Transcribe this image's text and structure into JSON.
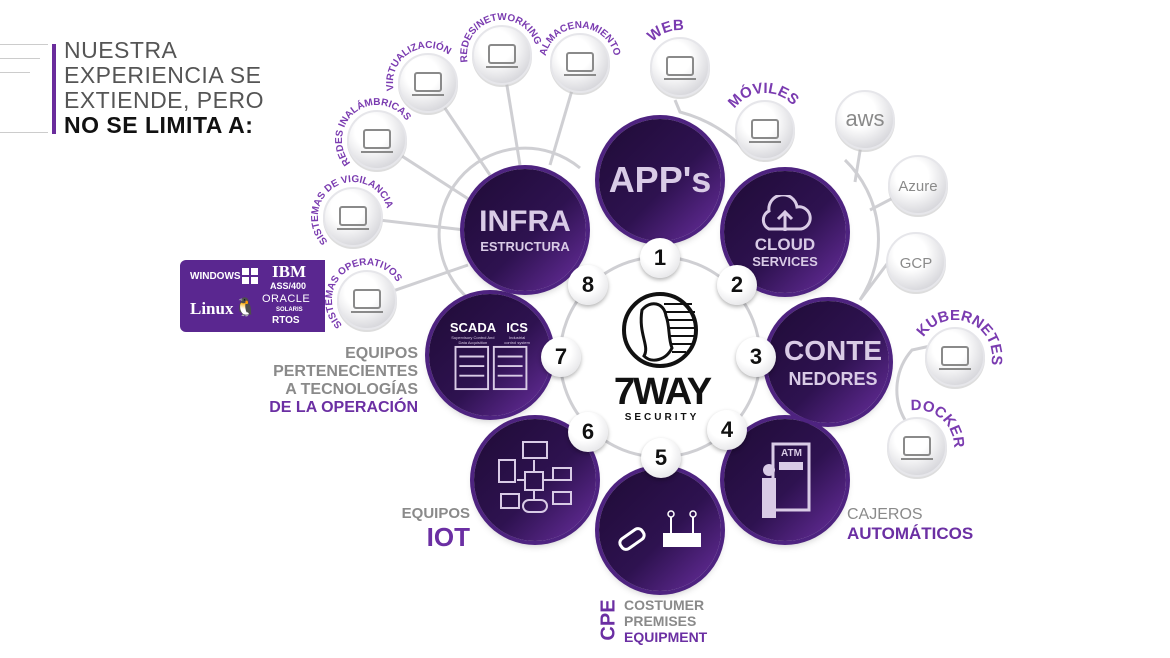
{
  "title": {
    "lines": [
      "NUESTRA",
      "EXPERIENCIA SE",
      "EXTIENDE, PERO"
    ],
    "bold_line": "NO SE LIMITA A:"
  },
  "colors": {
    "accent": "#6b2fa3",
    "dark_purple": "#2e1250",
    "gray": "#8a8a8a"
  },
  "brand": {
    "name": "7WAY",
    "tagline": "SECURITY"
  },
  "categories": [
    {
      "number": "1",
      "line1": "APP's",
      "line2": ""
    },
    {
      "number": "2",
      "line1": "CLOUD",
      "line2": "SERVICES"
    },
    {
      "number": "3",
      "line1": "CONTE",
      "line2": "NEDORES"
    },
    {
      "number": "4",
      "line1": "ATM",
      "line2": ""
    },
    {
      "number": "5",
      "line1": "",
      "line2": ""
    },
    {
      "number": "6",
      "line1": "",
      "line2": ""
    },
    {
      "number": "7",
      "line1": "SCADA",
      "line2": "ICS",
      "sub1": "Supervisory Control And Data Acquisition",
      "sub2": "Industrial control system"
    },
    {
      "number": "8",
      "line1": "INFRA",
      "line2": "ESTRUCTURA"
    }
  ],
  "nodes": {
    "virtualizacion": {
      "label": "VIRTUALIZACIÓN",
      "icon": "virtualization-icon"
    },
    "networking": {
      "label": "REDES/NETWORKING",
      "icon": "network-icon"
    },
    "almacenamiento": {
      "label": "ALMACENAMIENTO",
      "icon": "storage-icon"
    },
    "inalambricas": {
      "label": "REDES INALÁMBRICAS",
      "icon": "wifi-laptop-icon"
    },
    "vigilancia": {
      "label": "SISTEMAS DE VIGILANCIA",
      "icon": "camera-icon"
    },
    "operativos": {
      "label": "SISTEMAS OPERATIVOS",
      "icon": "monitor-icon"
    },
    "web": {
      "label": "WEB",
      "icon": "web-icon"
    },
    "moviles": {
      "label": "MÓVILES",
      "icon": "mobile-icon"
    },
    "aws": {
      "label": "",
      "text": "aws",
      "icon": "aws-icon"
    },
    "azure": {
      "label": "",
      "text": "Azure",
      "icon": "azure-icon"
    },
    "gcp": {
      "label": "",
      "text": "GCP",
      "icon": "gcp-icon"
    },
    "kubernetes": {
      "label": "KUBERNETES",
      "icon": "kubernetes-icon"
    },
    "docker": {
      "label": "DOCKER",
      "icon": "docker-icon"
    }
  },
  "os_box": {
    "windows": "WINDOWS",
    "ibm": "IBM",
    "ibm_sub": "ASS/400",
    "linux": "Linux",
    "oracle": "ORACLE",
    "solaris": "SOLARIS",
    "rtos": "RTOS"
  },
  "labels": {
    "ot": {
      "lines": [
        "EQUIPOS",
        "PERTENECIENTES",
        "A TECNOLOGÍAS"
      ],
      "accent": "DE LA OPERACIÓN"
    },
    "iot": {
      "line": "EQUIPOS",
      "accent": "IOT"
    },
    "atm": {
      "line": "CAJEROS",
      "accent": "AUTOMÁTICOS"
    },
    "cpe": {
      "acronym": "CPE",
      "lines": [
        "COSTUMER",
        "PREMISES",
        "EQUIPMENT"
      ]
    }
  }
}
